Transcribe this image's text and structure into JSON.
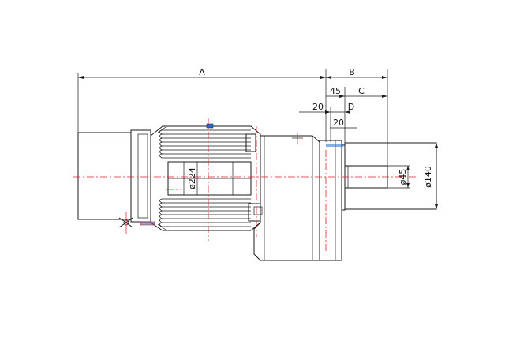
{
  "dimensions": {
    "A": "A",
    "B": "B",
    "C": "C",
    "D": "D",
    "d45": "45",
    "d20a": "20",
    "d20b": "20",
    "dia_shaft": "ø45",
    "dia_flange": "ø140",
    "dia_motor": "ø224"
  },
  "colors": {
    "centerline": "#e02020",
    "accent_blue": "#1f6fd6",
    "line": "#1a1a1a"
  }
}
